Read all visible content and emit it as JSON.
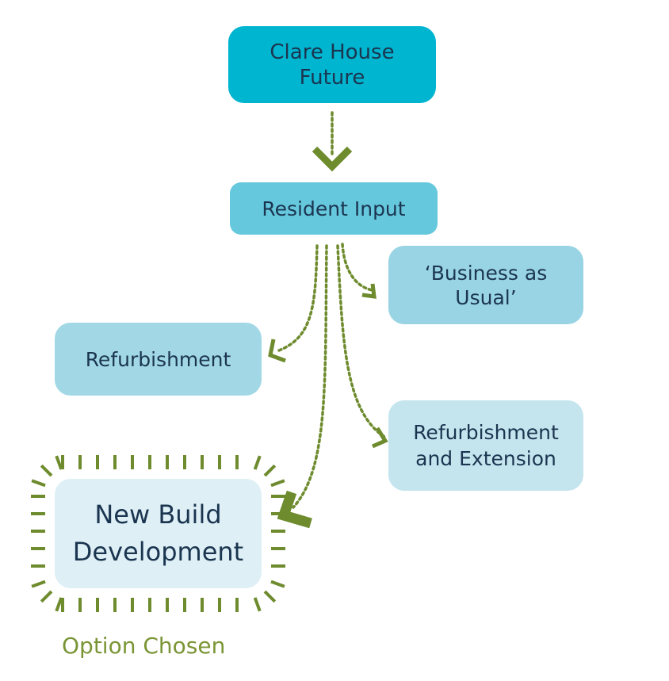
{
  "colors": {
    "top": "#00b5cf",
    "input": "#66c8dd",
    "bau": "#99d4e4",
    "refurb": "#a2d8e6",
    "refext": "#c4e5ee",
    "newbuild": "#def0f6",
    "arrow": "#6e8b2e",
    "text": "#1b3550",
    "chosen": "#7a9535"
  },
  "nodes": {
    "top": "Clare House\nFuture",
    "input": "Resident Input",
    "bau": "‘Business as\nUsual’",
    "refurb": "Refurbishment",
    "refext": "Refurbishment\nand Extension",
    "newbuild": "New Build\nDevelopment"
  },
  "chosen_label": "Option Chosen"
}
